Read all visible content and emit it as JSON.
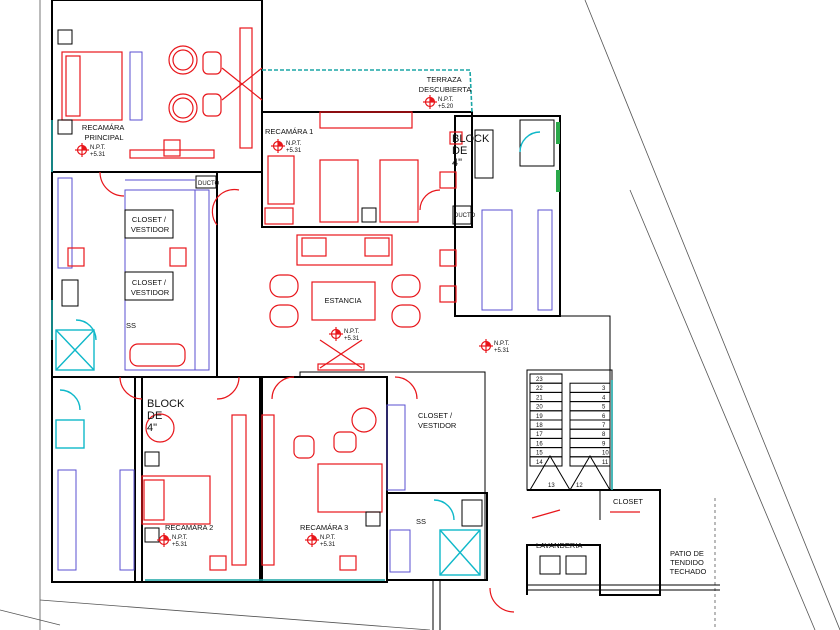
{
  "rooms": {
    "recamara_principal": [
      "RECAMÁRA",
      "PRINCIPAL"
    ],
    "terraza": [
      "TERRAZA",
      "DESCUBIERTA"
    ],
    "recamara_1": "RECAMÁRA 1",
    "block_top": [
      "BLOCK",
      "DE",
      "4\""
    ],
    "closet_1": [
      "CLOSET /",
      "VESTIDOR"
    ],
    "closet_2": [
      "CLOSET /",
      "VESTIDOR"
    ],
    "ss_left": "SS",
    "estancia": "ESTANCIA",
    "block_bottom": [
      "BLOCK",
      "DE",
      "4\""
    ],
    "closet_3": [
      "CLOSET /",
      "VESTIDOR"
    ],
    "recamara_2": "RECAMÁRA 2",
    "recamara_3": "RECAMÁRA 3",
    "ss_right": "SS",
    "closet_4": "CLOSET",
    "lavanderia": "LAVANDERIA",
    "patio": [
      "PATIO DE",
      "TENDIDO",
      "TECHADO"
    ],
    "ducto": "DUCTO"
  },
  "levels": {
    "npt_label": "N.P.T.",
    "principal": "+5.31",
    "terraza": "+5.20",
    "recamara_1": "+5.31",
    "estancia": "+5.31",
    "hall": "+5.31",
    "recamara_2": "+5.31",
    "recamara_3": "+5.31"
  },
  "stairs": {
    "left": [
      "23",
      "22",
      "21",
      "20",
      "19",
      "18",
      "17",
      "16",
      "15",
      "14"
    ],
    "right": [
      "3",
      "4",
      "5",
      "6",
      "7",
      "8",
      "9",
      "10",
      "11"
    ],
    "landing": [
      "13",
      "12"
    ]
  },
  "colors": {
    "walls": "#000000",
    "furniture": "#e8161b",
    "closets": "#5a4fd1",
    "glass": "#0fb8c9"
  }
}
